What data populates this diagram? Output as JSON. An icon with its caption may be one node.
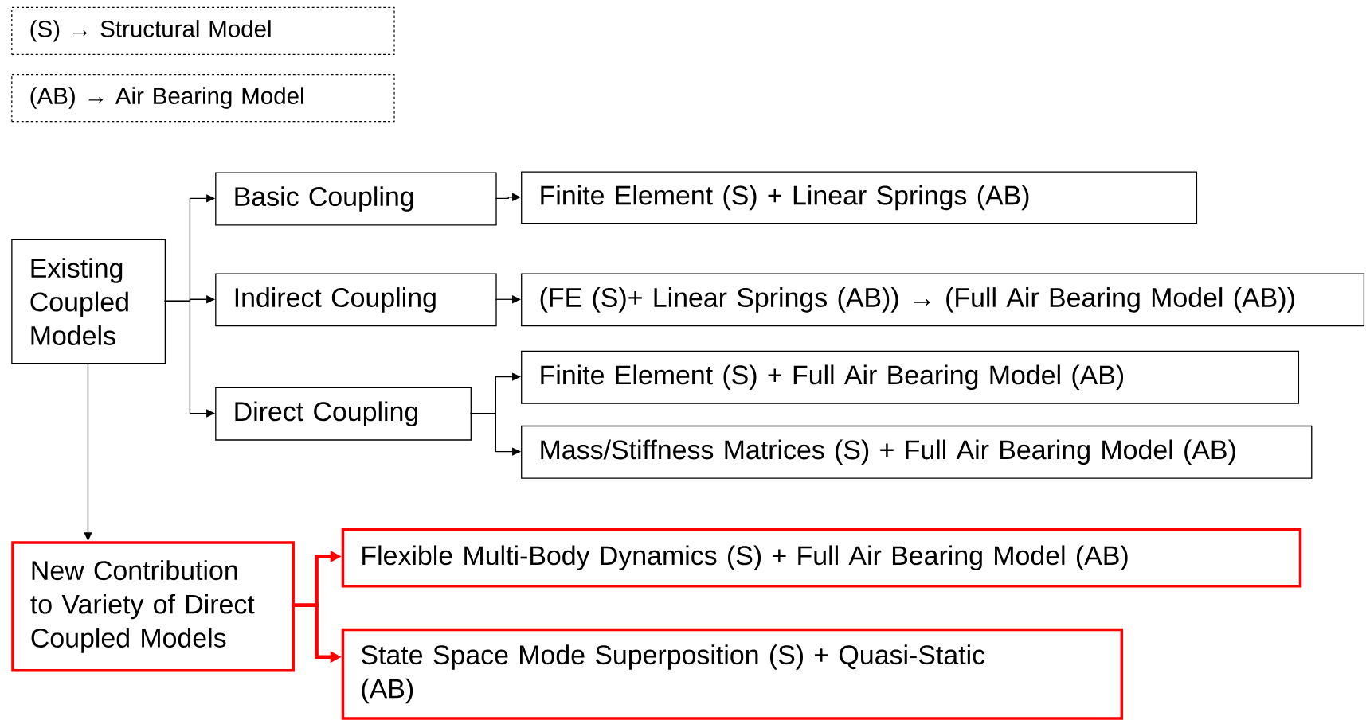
{
  "diagram": {
    "nodes": [
      {
        "text": [
          "(S) → Structural Model"
        ]
      },
      {
        "text": [
          "(AB) → Air Bearing Model"
        ]
      },
      {
        "text": [
          "Existing Coupled Models"
        ]
      },
      {
        "text": [
          "Basic Coupling"
        ]
      },
      {
        "text": [
          "Indirect Coupling"
        ]
      },
      {
        "text": [
          "Direct Coupling"
        ]
      },
      {
        "text": [
          "Finite Element (S) + Linear Springs (AB)"
        ]
      },
      {
        "text": [
          "(FE (S)+ Linear Springs (AB)) → (Full Air Bearing Model (AB))"
        ]
      },
      {
        "text": [
          "Finite Element (S) + Full Air Bearing Model (AB)"
        ]
      },
      {
        "text": [
          "Mass/Stiffness Matrices (S) + Full Air Bearing Model (AB)"
        ]
      },
      {
        "text": [
          "New Contribution to Variety of Direct Coupled Models"
        ]
      },
      {
        "text": [
          "Flexible Multi-Body Dynamics (S) + Full Air Bearing Model (AB)"
        ]
      },
      {
        "text": [
          "State Space Mode Superposition (S) + Quasi-Static (AB)"
        ]
      }
    ],
    "edges": [
      {
        "from": 2,
        "to": 3,
        "arrow": "to"
      },
      {
        "from": 2,
        "to": 4,
        "arrow": "to"
      },
      {
        "from": 2,
        "to": 5,
        "arrow": "to"
      },
      {
        "from": 3,
        "to": 6,
        "arrow": "to"
      },
      {
        "from": 4,
        "to": 7,
        "arrow": "to"
      },
      {
        "from": 5,
        "to": 8,
        "arrow": "to"
      },
      {
        "from": 5,
        "to": 9,
        "arrow": "to"
      },
      {
        "from": 2,
        "to": 10,
        "arrow": "to"
      },
      {
        "from": 10,
        "to": 11,
        "arrow": "to",
        "style": "thick",
        "color": "#ff0000"
      },
      {
        "from": 10,
        "to": 12,
        "arrow": "to",
        "style": "thick",
        "color": "#ff0000"
      }
    ]
  }
}
